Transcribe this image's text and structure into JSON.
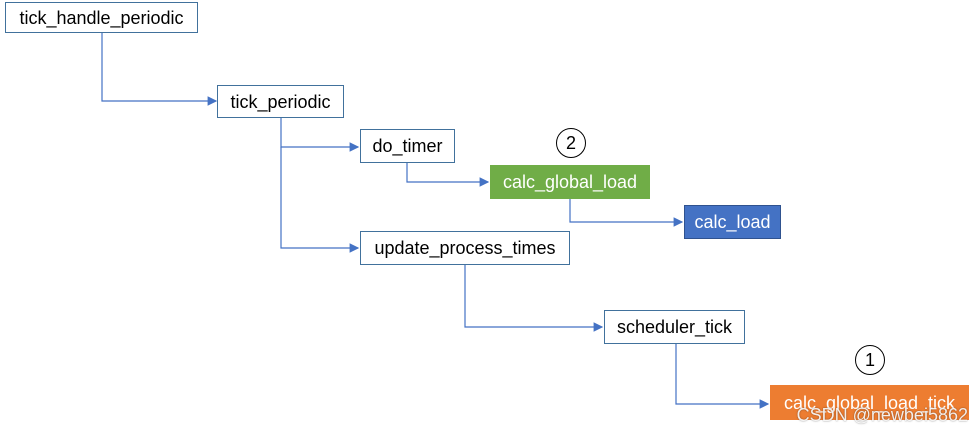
{
  "nodes": {
    "tick_handle_periodic": "tick_handle_periodic",
    "tick_periodic": "tick_periodic",
    "do_timer": "do_timer",
    "calc_global_load": "calc_global_load",
    "calc_load": "calc_load",
    "update_process_times": "update_process_times",
    "scheduler_tick": "scheduler_tick",
    "calc_global_load_tick": "calc_global_load_tick"
  },
  "markers": {
    "marker_1": "1",
    "marker_2": "2"
  },
  "watermark": "CSDN @newbei5862",
  "colors": {
    "line": "#4472c4",
    "border": "#41719c",
    "green": "#70ad47",
    "blue": "#4472c4",
    "orange": "#ed7d31"
  }
}
